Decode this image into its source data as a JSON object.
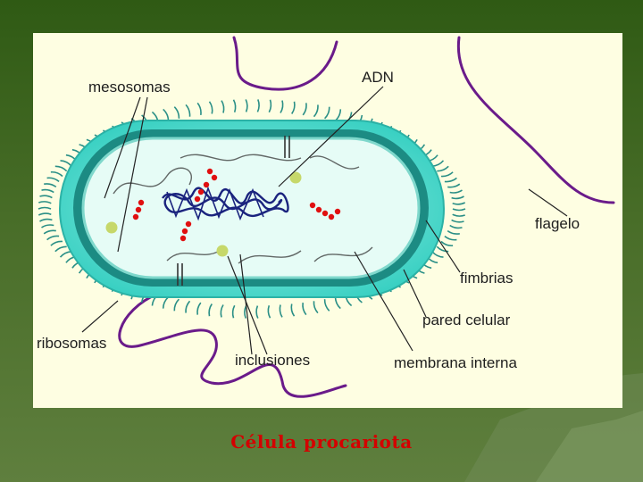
{
  "slide": {
    "caption": "Célula procariota"
  },
  "diagram": {
    "labels": {
      "mesosomas": "mesosomas",
      "adn": "ADN",
      "flagelo": "flagelo",
      "fimbrias": "fimbrias",
      "pared_celular": "pared celular",
      "ribosomas": "ribosomas",
      "inclusiones": "inclusiones",
      "membrana_interna": "membrana interna"
    },
    "colors": {
      "panel_background": "#fefee2",
      "capsule": "#3fd6c8",
      "cell_wall": "#1c8b83",
      "cytoplasm": "#e6fcf6",
      "dna": "#1a237e",
      "ribosomes": "#e01010",
      "inclusions": "#c6d86a",
      "flagellum": "#6a1b8a",
      "caption": "#d40000"
    }
  }
}
